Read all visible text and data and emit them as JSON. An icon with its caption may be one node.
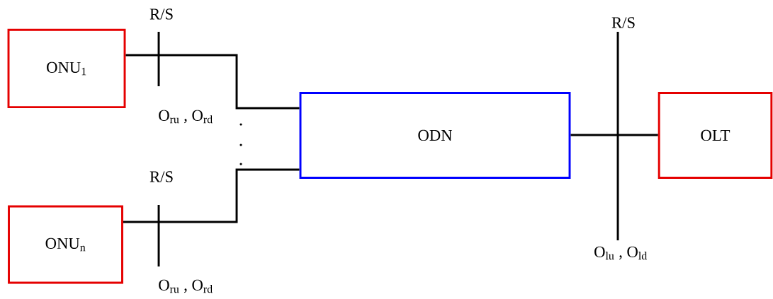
{
  "diagram": {
    "nodes": [
      {
        "text": [
          "ONU$_{1}$"
        ]
      },
      {
        "text": [
          "ONU$_{n}$"
        ]
      },
      {
        "text": [
          "ODN"
        ]
      },
      {
        "text": [
          "OLT"
        ]
      }
    ],
    "edges": [
      {
        "from": 0,
        "to": 2,
        "arrow": "none"
      },
      {
        "from": 1,
        "to": 2,
        "arrow": "none"
      },
      {
        "from": 2,
        "to": 3,
        "arrow": "none"
      }
    ],
    "labels": [
      "R/S",
      "O$_{ru}$ , O$_{rd}$",
      "R/S",
      "O$_{ru}$ , O$_{rd}$",
      "R/S",
      "O$_{lu}$ , O$_{ld}$"
    ]
  }
}
